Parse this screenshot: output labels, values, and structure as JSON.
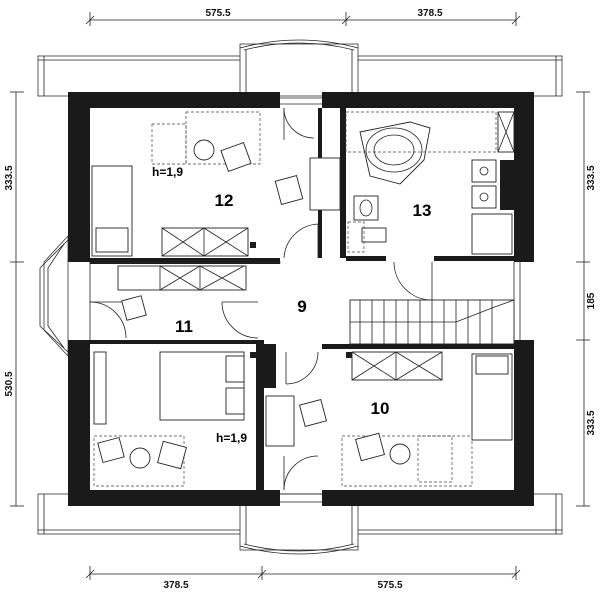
{
  "dimensions": {
    "top_left": "575.5",
    "top_right": "378.5",
    "bottom_left": "378.5",
    "bottom_right": "575.5",
    "left_top": "333.5",
    "left_bottom": "530.5",
    "right_top": "333.5",
    "right_middle": "185",
    "right_bottom": "333.5"
  },
  "rooms": {
    "r9": "9",
    "r10": "10",
    "r11": "11",
    "r12": "12",
    "r13": "13"
  },
  "heights": {
    "upper": "h=1,9",
    "lower": "h=1,9"
  }
}
